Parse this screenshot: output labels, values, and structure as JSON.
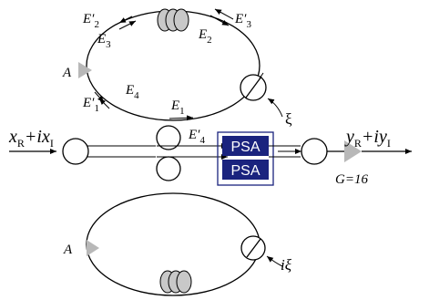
{
  "input_signal": {
    "base": "x",
    "sub1": "R",
    "plus": "+ix",
    "sub2": "I"
  },
  "output_signal": {
    "base": "y",
    "sub1": "R",
    "plus": "+iy",
    "sub2": "I"
  },
  "gain_label": "G=16",
  "amplifier_label": "A",
  "psa_blocks": [
    "PSA",
    "PSA"
  ],
  "top_loop": {
    "fields": {
      "e2p": {
        "base": "E",
        "prime": "′",
        "sub": "2"
      },
      "e3p": {
        "base": "E",
        "prime": "′",
        "sub": "3"
      },
      "e3": {
        "base": "E",
        "sub": "3"
      },
      "e2": {
        "base": "E",
        "sub": "2"
      },
      "e1p": {
        "base": "E",
        "prime": "′",
        "sub": "1"
      },
      "e4": {
        "base": "E",
        "sub": "4"
      },
      "e1": {
        "base": "E",
        "sub": "1"
      },
      "e4p": {
        "base": "E",
        "prime": "′",
        "sub": "4"
      }
    },
    "phase_label": "ξ"
  },
  "bottom_loop": {
    "phase_label": "iξ"
  },
  "colors": {
    "line": "#000000",
    "psa_fill": "#1a237e",
    "psa_border": "#1a237e",
    "psa_text": "#ffffff",
    "amplifier": "#b8b8b8",
    "coil": "#c8c8c8"
  }
}
